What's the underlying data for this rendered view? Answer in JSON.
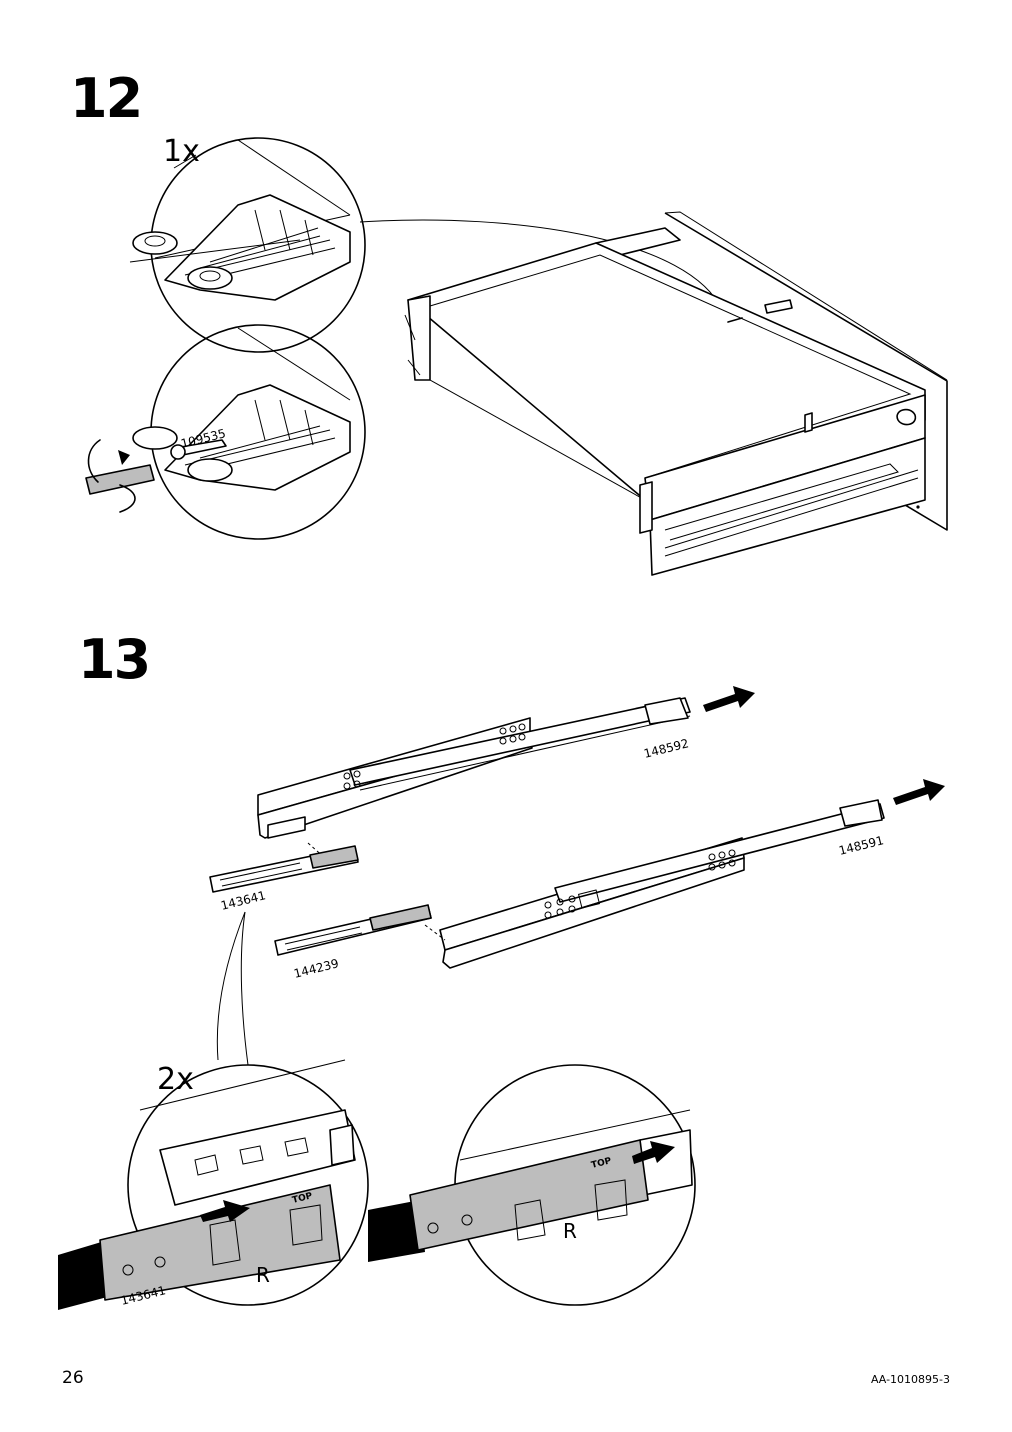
{
  "steps": [
    {
      "number": "12",
      "quantity": "1x",
      "part_number": "109535"
    },
    {
      "number": "13",
      "quantity": "2x",
      "parts": [
        "148592",
        "148591",
        "143641",
        "144239"
      ],
      "detail_part": "143641",
      "stamp_top": "TOP",
      "stamp_side": "R"
    }
  ],
  "footer": {
    "page_number": "26",
    "document_code": "AA-1010895-3"
  }
}
